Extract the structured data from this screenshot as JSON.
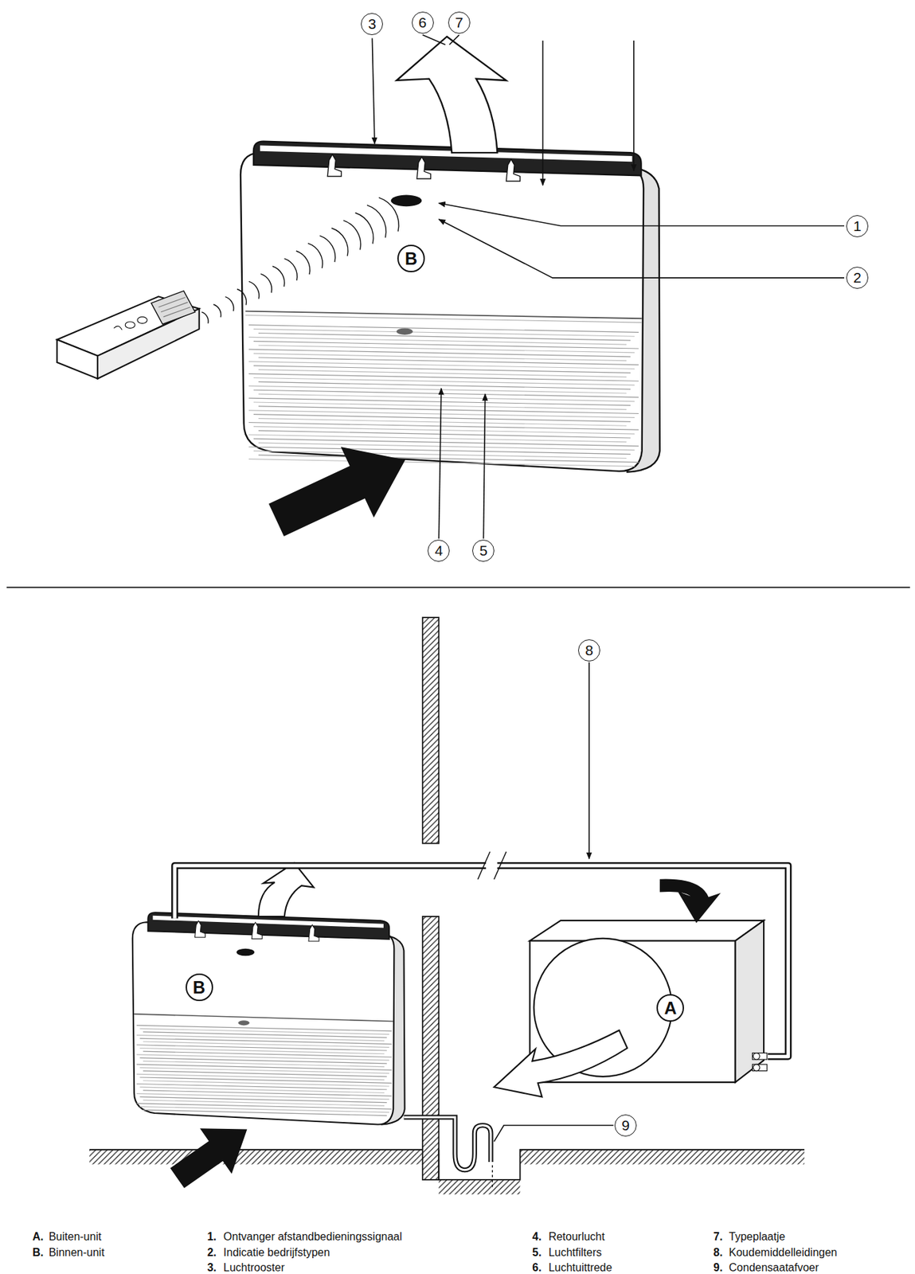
{
  "diagram": {
    "nodes": [
      {
        "text": [
          "B"
        ]
      },
      {
        "text": [
          "B"
        ]
      },
      {
        "text": [
          "A"
        ]
      }
    ],
    "edges": [
      {
        "from": 1,
        "to": 2,
        "arrow": "none"
      }
    ],
    "labels": [
      "3",
      "6",
      "7",
      "1",
      "2",
      "4",
      "5",
      "8",
      "9",
      "A.",
      "Buiten-unit",
      "B.",
      "Binnen-unit",
      "1.",
      "Ontvanger afstandbedieningssignaal",
      "2.",
      "Indicatie bedrijfstypen",
      "3.",
      "Luchtrooster",
      "4.",
      "Retourlucht",
      "5.",
      "Luchtfilters",
      "6.",
      "Luchtuittrede",
      "7.",
      "Typeplaatje",
      "8.",
      "Koudemiddelleidingen",
      "9.",
      "Condensaatafvoer"
    ]
  }
}
